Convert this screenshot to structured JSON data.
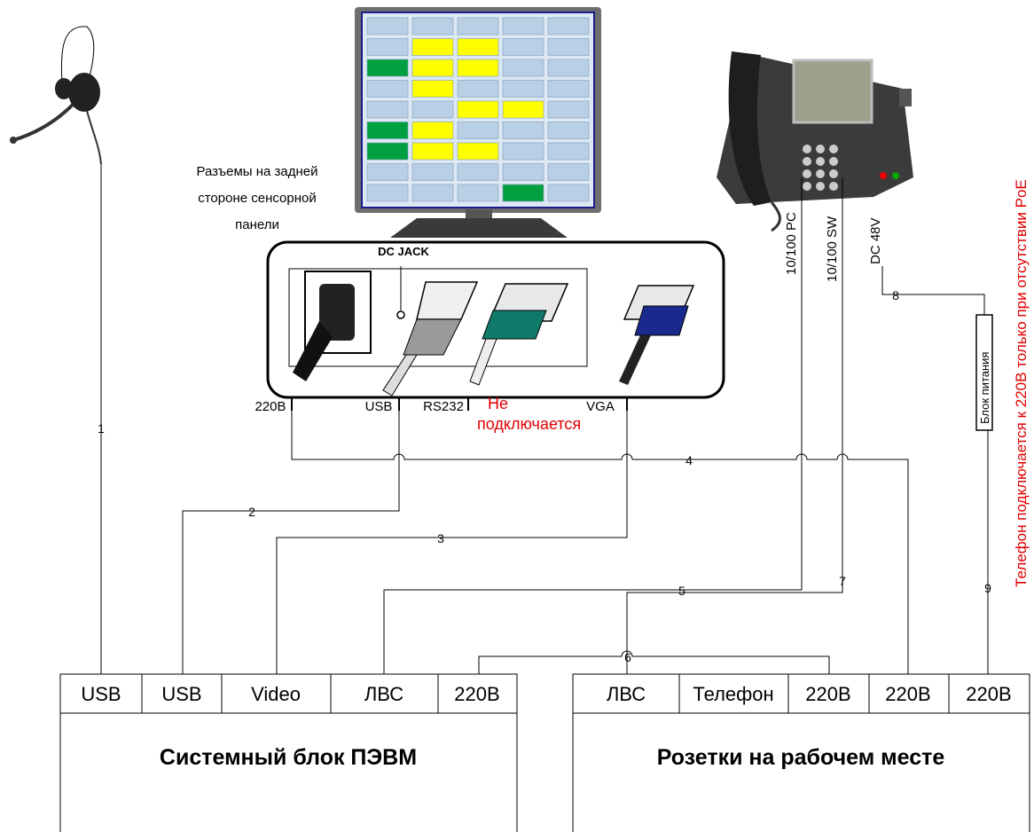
{
  "panel_caption": [
    "Разъемы на задней",
    "стороне сенсорной",
    "панели"
  ],
  "connector_labels": {
    "dc_jack": "DC JACK",
    "power": "220В",
    "usb": "USB",
    "rs232": "RS232",
    "vga": "VGA",
    "not_connected": [
      "Не",
      "подключается"
    ]
  },
  "phone_ports": {
    "pc": "10/100 PC",
    "sw": "10/100 SW",
    "dc": "DC 48V"
  },
  "power_supply_label": "Блок питания",
  "phone_note": "Телефон подключается к 220В только при отсутствии PoE",
  "cable_numbers": [
    "1",
    "2",
    "3",
    "4",
    "5",
    "6",
    "7",
    "8",
    "9"
  ],
  "pc_unit": {
    "title": "Системный блок ПЭВМ",
    "ports": [
      "USB",
      "USB",
      "Video",
      "ЛВС",
      "220В"
    ]
  },
  "sockets": {
    "title": "Розетки на рабочем месте",
    "ports": [
      "ЛВС",
      "Телефон",
      "220В",
      "220В",
      "220В"
    ]
  },
  "colors": {
    "note_red": "#e00000",
    "monitor_yellow": "#ffff00",
    "monitor_green": "#00a040",
    "monitor_tile": "#b9cfe6",
    "connector_teal": "#0f7a6a",
    "connector_blue": "#1a2a8c"
  },
  "icons": [
    "headset-icon",
    "touch-monitor-icon",
    "ip-phone-icon"
  ]
}
